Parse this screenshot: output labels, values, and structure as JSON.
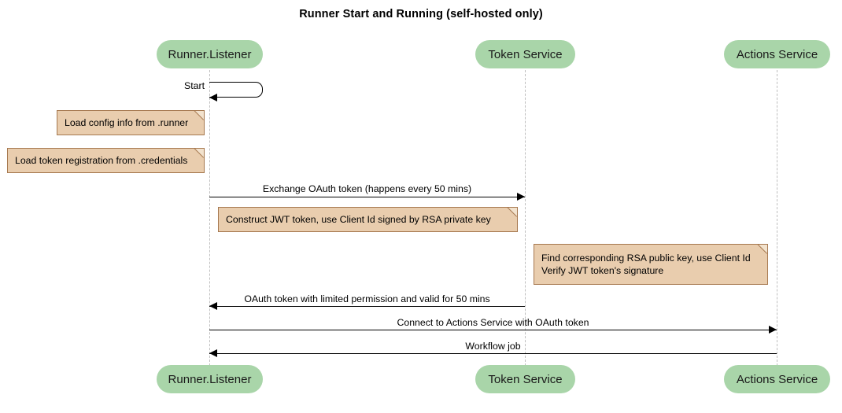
{
  "title": "Runner Start and Running (self-hosted only)",
  "colors": {
    "participant_fill": "#a9d5a9",
    "note_fill": "#e9cdae",
    "note_border": "#a6784f",
    "lifeline": "#bfbfbf",
    "line": "#000000",
    "background": "#ffffff"
  },
  "participants": [
    {
      "id": "runner-listener",
      "label": "Runner.Listener"
    },
    {
      "id": "token-service",
      "label": "Token Service"
    },
    {
      "id": "actions-service",
      "label": "Actions Service"
    }
  ],
  "participants_bottom": [
    {
      "id": "runner-listener",
      "label": "Runner.Listener"
    },
    {
      "id": "token-service",
      "label": "Token Service"
    },
    {
      "id": "actions-service",
      "label": "Actions Service"
    }
  ],
  "messages": [
    {
      "id": "start",
      "label": "Start",
      "from": "runner-listener",
      "to": "runner-listener",
      "kind": "self"
    },
    {
      "id": "exchange-oauth-token",
      "label": "Exchange OAuth token (happens every 50 mins)",
      "from": "runner-listener",
      "to": "token-service",
      "kind": "request"
    },
    {
      "id": "oauth-token-response",
      "label": "OAuth token with limited permission and valid for 50 mins",
      "from": "token-service",
      "to": "runner-listener",
      "kind": "response"
    },
    {
      "id": "connect-actions-service",
      "label": "Connect to Actions Service with OAuth token",
      "from": "runner-listener",
      "to": "actions-service",
      "kind": "request"
    },
    {
      "id": "workflow-job",
      "label": "Workflow job",
      "from": "actions-service",
      "to": "runner-listener",
      "kind": "response"
    }
  ],
  "notes": [
    {
      "id": "note-load-config",
      "text": "Load config info from .runner",
      "over": "runner-listener"
    },
    {
      "id": "note-load-token-registration",
      "text": "Load token registration from .credentials",
      "over": "runner-listener"
    },
    {
      "id": "note-construct-jwt",
      "text": "Construct JWT token, use Client Id signed by RSA private key",
      "over": "runner-listener"
    },
    {
      "id": "note-verify-jwt",
      "text": "Find corresponding RSA public key, use Client Id\nVerify JWT token's signature",
      "over": "token-service"
    }
  ]
}
